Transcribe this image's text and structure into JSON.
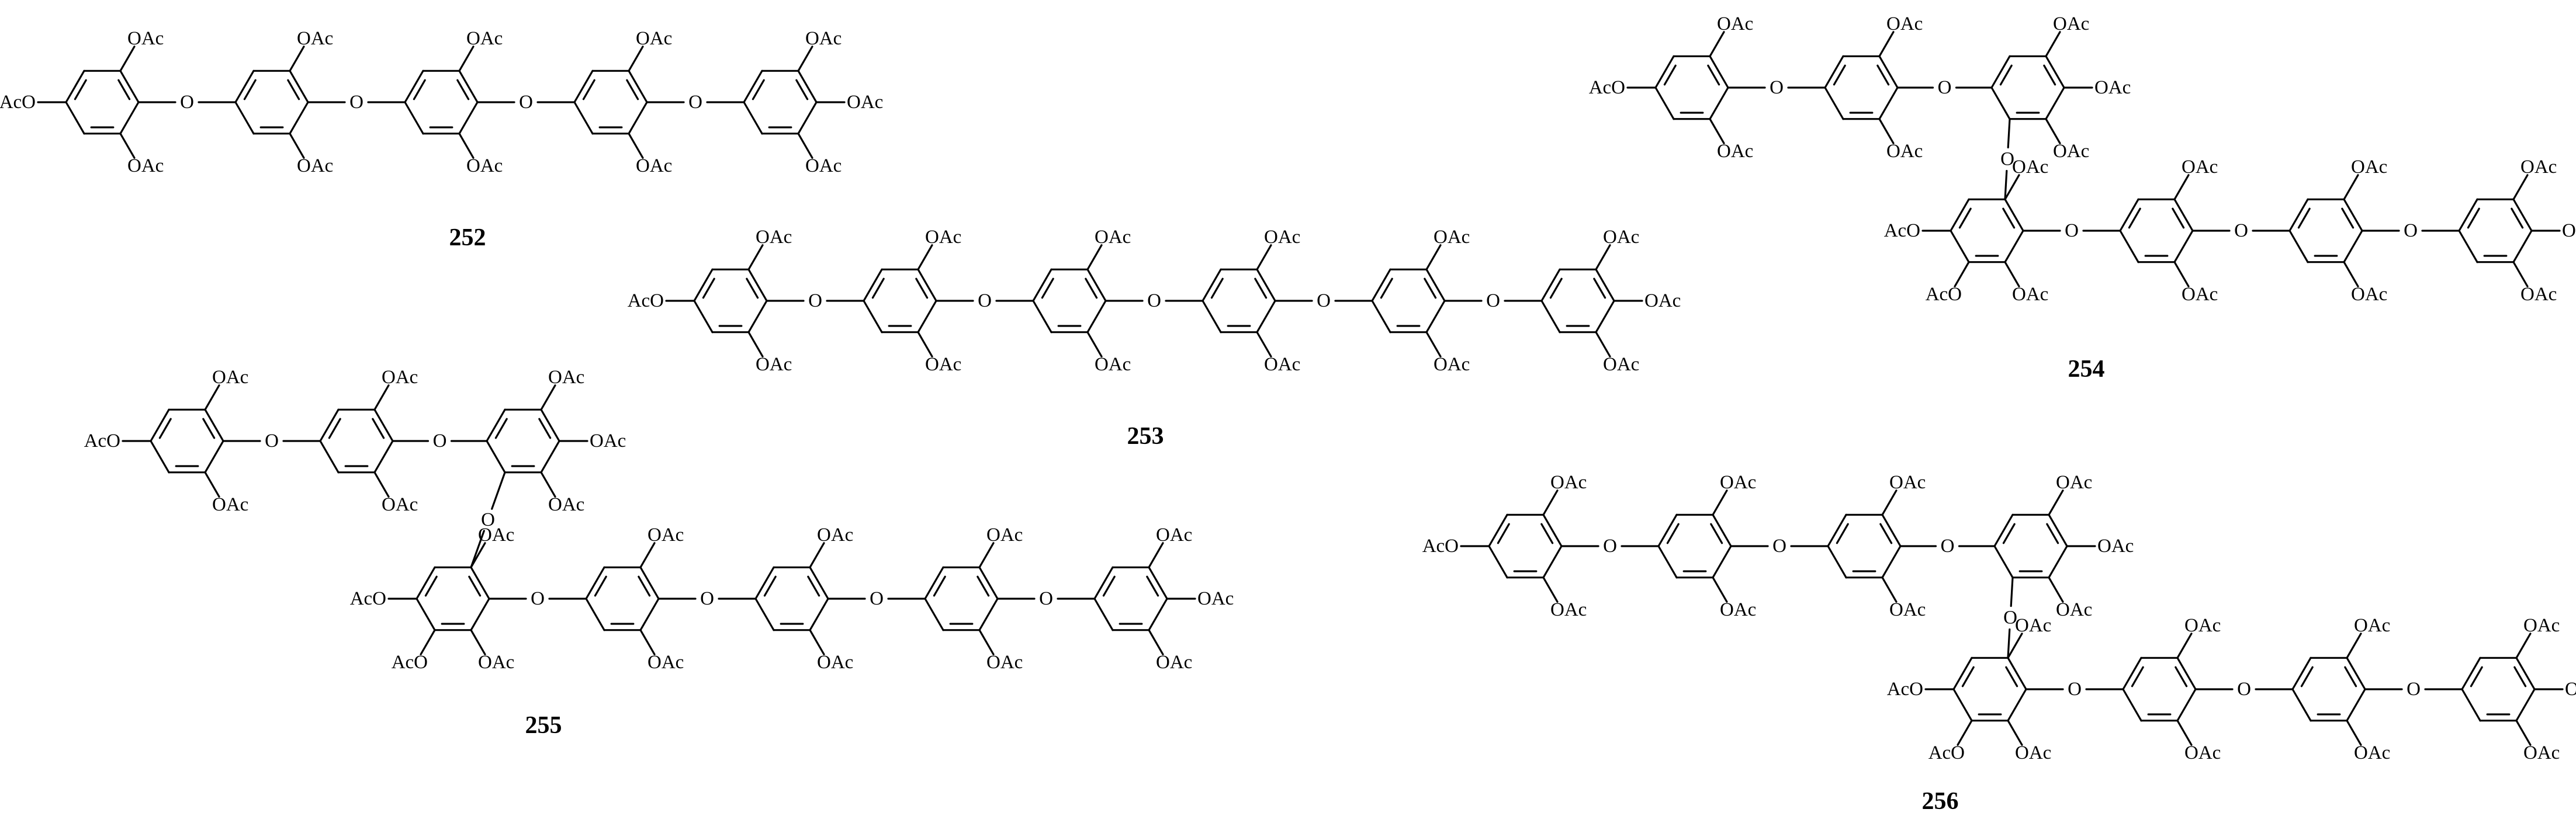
{
  "group_labels": {
    "oac": "OAc",
    "aco": "AcO",
    "o": "O"
  },
  "compounds": [
    {
      "id": "252",
      "label": "252"
    },
    {
      "id": "253",
      "label": "253"
    },
    {
      "id": "254",
      "label": "254"
    },
    {
      "id": "255",
      "label": "255"
    },
    {
      "id": "256",
      "label": "256"
    }
  ]
}
